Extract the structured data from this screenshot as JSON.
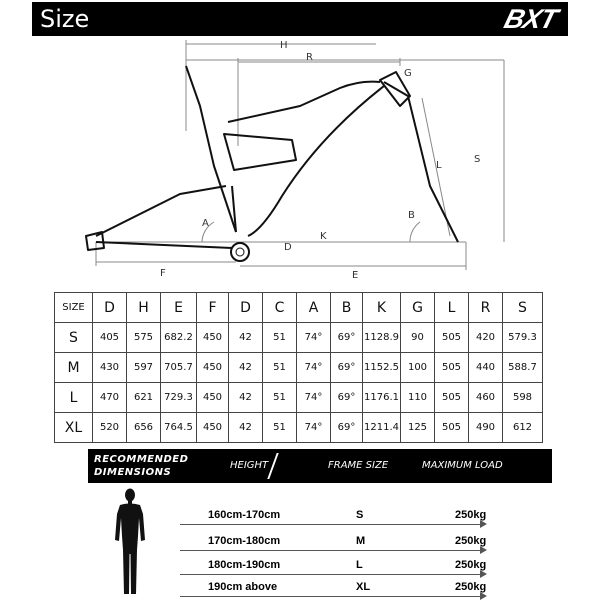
{
  "header": {
    "title": "Size",
    "brand": "BXT"
  },
  "diagram": {
    "labels": [
      "H",
      "R",
      "G",
      "S",
      "L",
      "B",
      "A",
      "K",
      "D",
      "F",
      "E"
    ]
  },
  "geometry": {
    "headers": [
      "SIZE",
      "D",
      "H",
      "E",
      "F",
      "D",
      "C",
      "A",
      "B",
      "K",
      "G",
      "L",
      "R",
      "S"
    ],
    "rows": [
      [
        "S",
        "405",
        "575",
        "682.2",
        "450",
        "42",
        "51",
        "74°",
        "69°",
        "1128.9",
        "90",
        "505",
        "420",
        "579.3"
      ],
      [
        "M",
        "430",
        "597",
        "705.7",
        "450",
        "42",
        "51",
        "74°",
        "69°",
        "1152.5",
        "100",
        "505",
        "440",
        "588.7"
      ],
      [
        "L",
        "470",
        "621",
        "729.3",
        "450",
        "42",
        "51",
        "74°",
        "69°",
        "1176.1",
        "110",
        "505",
        "460",
        "598"
      ],
      [
        "XL",
        "520",
        "656",
        "764.5",
        "450",
        "42",
        "51",
        "74°",
        "69°",
        "1211.4",
        "125",
        "505",
        "490",
        "612"
      ]
    ]
  },
  "recommended": {
    "title_line1": "RECOMMENDED",
    "title_line2": "DIMENSIONS",
    "col_height": "HEIGHT",
    "col_frame": "FRAME SIZE",
    "col_load": "MAXIMUM LOAD",
    "rows": [
      {
        "height": "160cm-170cm",
        "size": "S",
        "load": "250kg"
      },
      {
        "height": "170cm-180cm",
        "size": "M",
        "load": "250kg"
      },
      {
        "height": "180cm-190cm",
        "size": "L",
        "load": "250kg"
      },
      {
        "height": "190cm above",
        "size": "XL",
        "load": "250kg"
      }
    ]
  },
  "icons": {
    "person": "person-silhouette-icon",
    "arrow": "arrow-right-icon"
  }
}
